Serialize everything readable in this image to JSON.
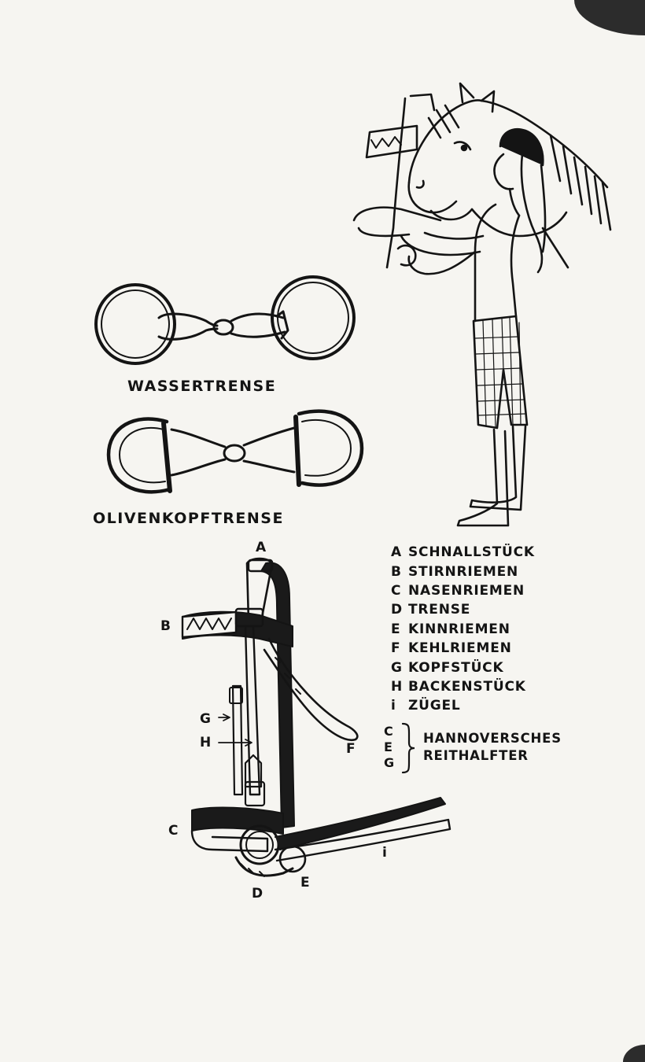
{
  "bits": [
    {
      "caption": "WASSERTRENSE"
    },
    {
      "caption": "OLIVENKOPFTRENSE"
    }
  ],
  "bridle_letters": {
    "a": "A",
    "b": "B",
    "c": "C",
    "d": "D",
    "e": "E",
    "f": "F",
    "g": "G",
    "h": "H",
    "i": "i"
  },
  "legend": [
    {
      "key": "A",
      "label": "SCHNALLSTÜCK"
    },
    {
      "key": "B",
      "label": "STIRNRIEMEN"
    },
    {
      "key": "C",
      "label": "NASENRIEMEN"
    },
    {
      "key": "D",
      "label": "TRENSE"
    },
    {
      "key": "E",
      "label": "KINNRIEMEN"
    },
    {
      "key": "F",
      "label": "KEHLRIEMEN"
    },
    {
      "key": "G",
      "label": "KOPFSTÜCK"
    },
    {
      "key": "H",
      "label": "BACKENSTÜCK"
    },
    {
      "key": "i",
      "label": "ZÜGEL"
    }
  ],
  "group": {
    "keys": [
      "C",
      "E",
      "G"
    ],
    "line1": "HANNOVERSCHES",
    "line2": "REITHALFTER"
  }
}
